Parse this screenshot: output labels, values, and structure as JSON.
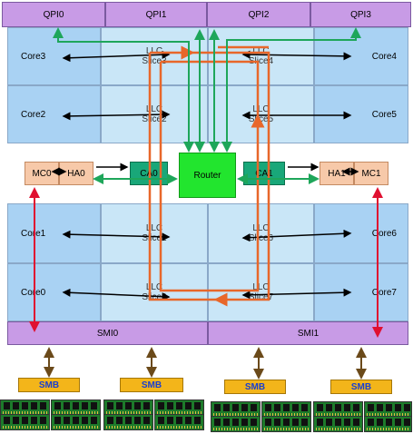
{
  "qpi": [
    "QPI0",
    "QPI1",
    "QPI2",
    "QPI3"
  ],
  "cores": {
    "core3": "Core3",
    "core4": "Core4",
    "core2": "Core2",
    "core5": "Core5",
    "core1": "Core1",
    "core6": "Core6",
    "core0": "Core0",
    "core7": "Core7"
  },
  "slices": {
    "slice3": {
      "line1": "LLC",
      "line2": "Slice3"
    },
    "slice4": {
      "line1": "LLC",
      "line2": "Slice4"
    },
    "slice2": {
      "line1": "LLC",
      "line2": "Slice2"
    },
    "slice5": {
      "line1": "LLC",
      "line2": "Slice5"
    },
    "slice1": {
      "line1": "LLC",
      "line2": "Slice1"
    },
    "slice6": {
      "line1": "LLC",
      "line2": "Slice6"
    },
    "slice0": {
      "line1": "LLC",
      "line2": "Slice0"
    },
    "slice7": {
      "line1": "LLC",
      "line2": "Slice7"
    }
  },
  "middle": {
    "ca0": "CA0",
    "ca1": "CA1",
    "router": "Router",
    "mc0": "MC0",
    "ha0": "HA0",
    "ha1": "HA1",
    "mc1": "MC1"
  },
  "smi": [
    "SMI0",
    "SMI1"
  ],
  "smb": [
    "SMB",
    "SMB",
    "SMB",
    "SMB"
  ],
  "colors": {
    "ring": "#e8672a",
    "qpi_link": "#1ea65a",
    "memory_link": "#e01030",
    "smb_link": "#6b4a1a"
  }
}
